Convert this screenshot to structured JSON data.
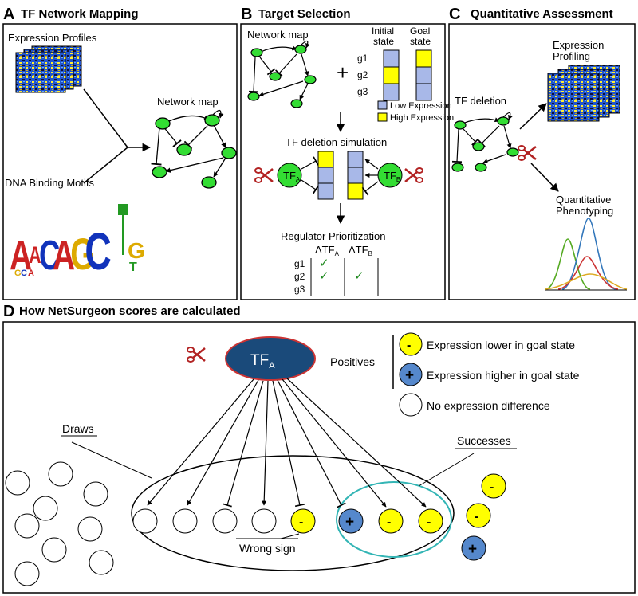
{
  "panel_a": {
    "letter": "A",
    "title": "TF Network Mapping",
    "expression_profiles": "Expression Profiles",
    "network_map": "Network map",
    "dna_binding_motifs": "DNA Binding Motifs"
  },
  "panel_b": {
    "letter": "B",
    "title": "Target Selection",
    "network_map": "Network map",
    "plus": "+",
    "initial_state": [
      "Initial",
      "state"
    ],
    "goal_state": [
      "Goal",
      "state"
    ],
    "genes": [
      "g1",
      "g2",
      "g3"
    ],
    "legend_low": "Low Expression",
    "legend_high": "High Expression",
    "tf_deletion_simulation": "TF deletion simulation",
    "tf_a": "TF",
    "tf_a_sub": "A",
    "tf_b": "TF",
    "tf_b_sub": "B",
    "regulator_prioritization": "Regulator Prioritization",
    "delta_a": "ΔTF",
    "delta_a_sub": "A",
    "delta_b": "ΔTF",
    "delta_b_sub": "B",
    "check": "✓"
  },
  "panel_c": {
    "letter": "C",
    "title": "Quantitative Assessment",
    "expression_profiling": [
      "Expression",
      "Profiling"
    ],
    "tf_deletion": "TF deletion",
    "quantitative_phenotyping": [
      "Quantitative",
      "Phenotyping"
    ]
  },
  "panel_d": {
    "letter": "D",
    "title": "How NetSurgeon scores are calculated",
    "tf_node": "TF",
    "tf_node_sub": "A",
    "positives": "Positives",
    "legend_minus": "Expression lower in goal state",
    "legend_plus": "Expression higher in goal state",
    "legend_none": "No expression difference",
    "draws": "Draws",
    "successes": "Successes",
    "wrong_sign": "Wrong sign",
    "minus": "-",
    "plus": "+"
  },
  "colors": {
    "node_green": "#33dd33",
    "low_expression": "#a8b8e8",
    "high_expression": "#ffff00",
    "tf_node_fill": "#1a4a7a",
    "tf_node_border": "#cc3333",
    "plus_node": "#5588cc",
    "success_ellipse": "#33b5b5",
    "scissors": "#b22222",
    "check": "#228b22"
  }
}
